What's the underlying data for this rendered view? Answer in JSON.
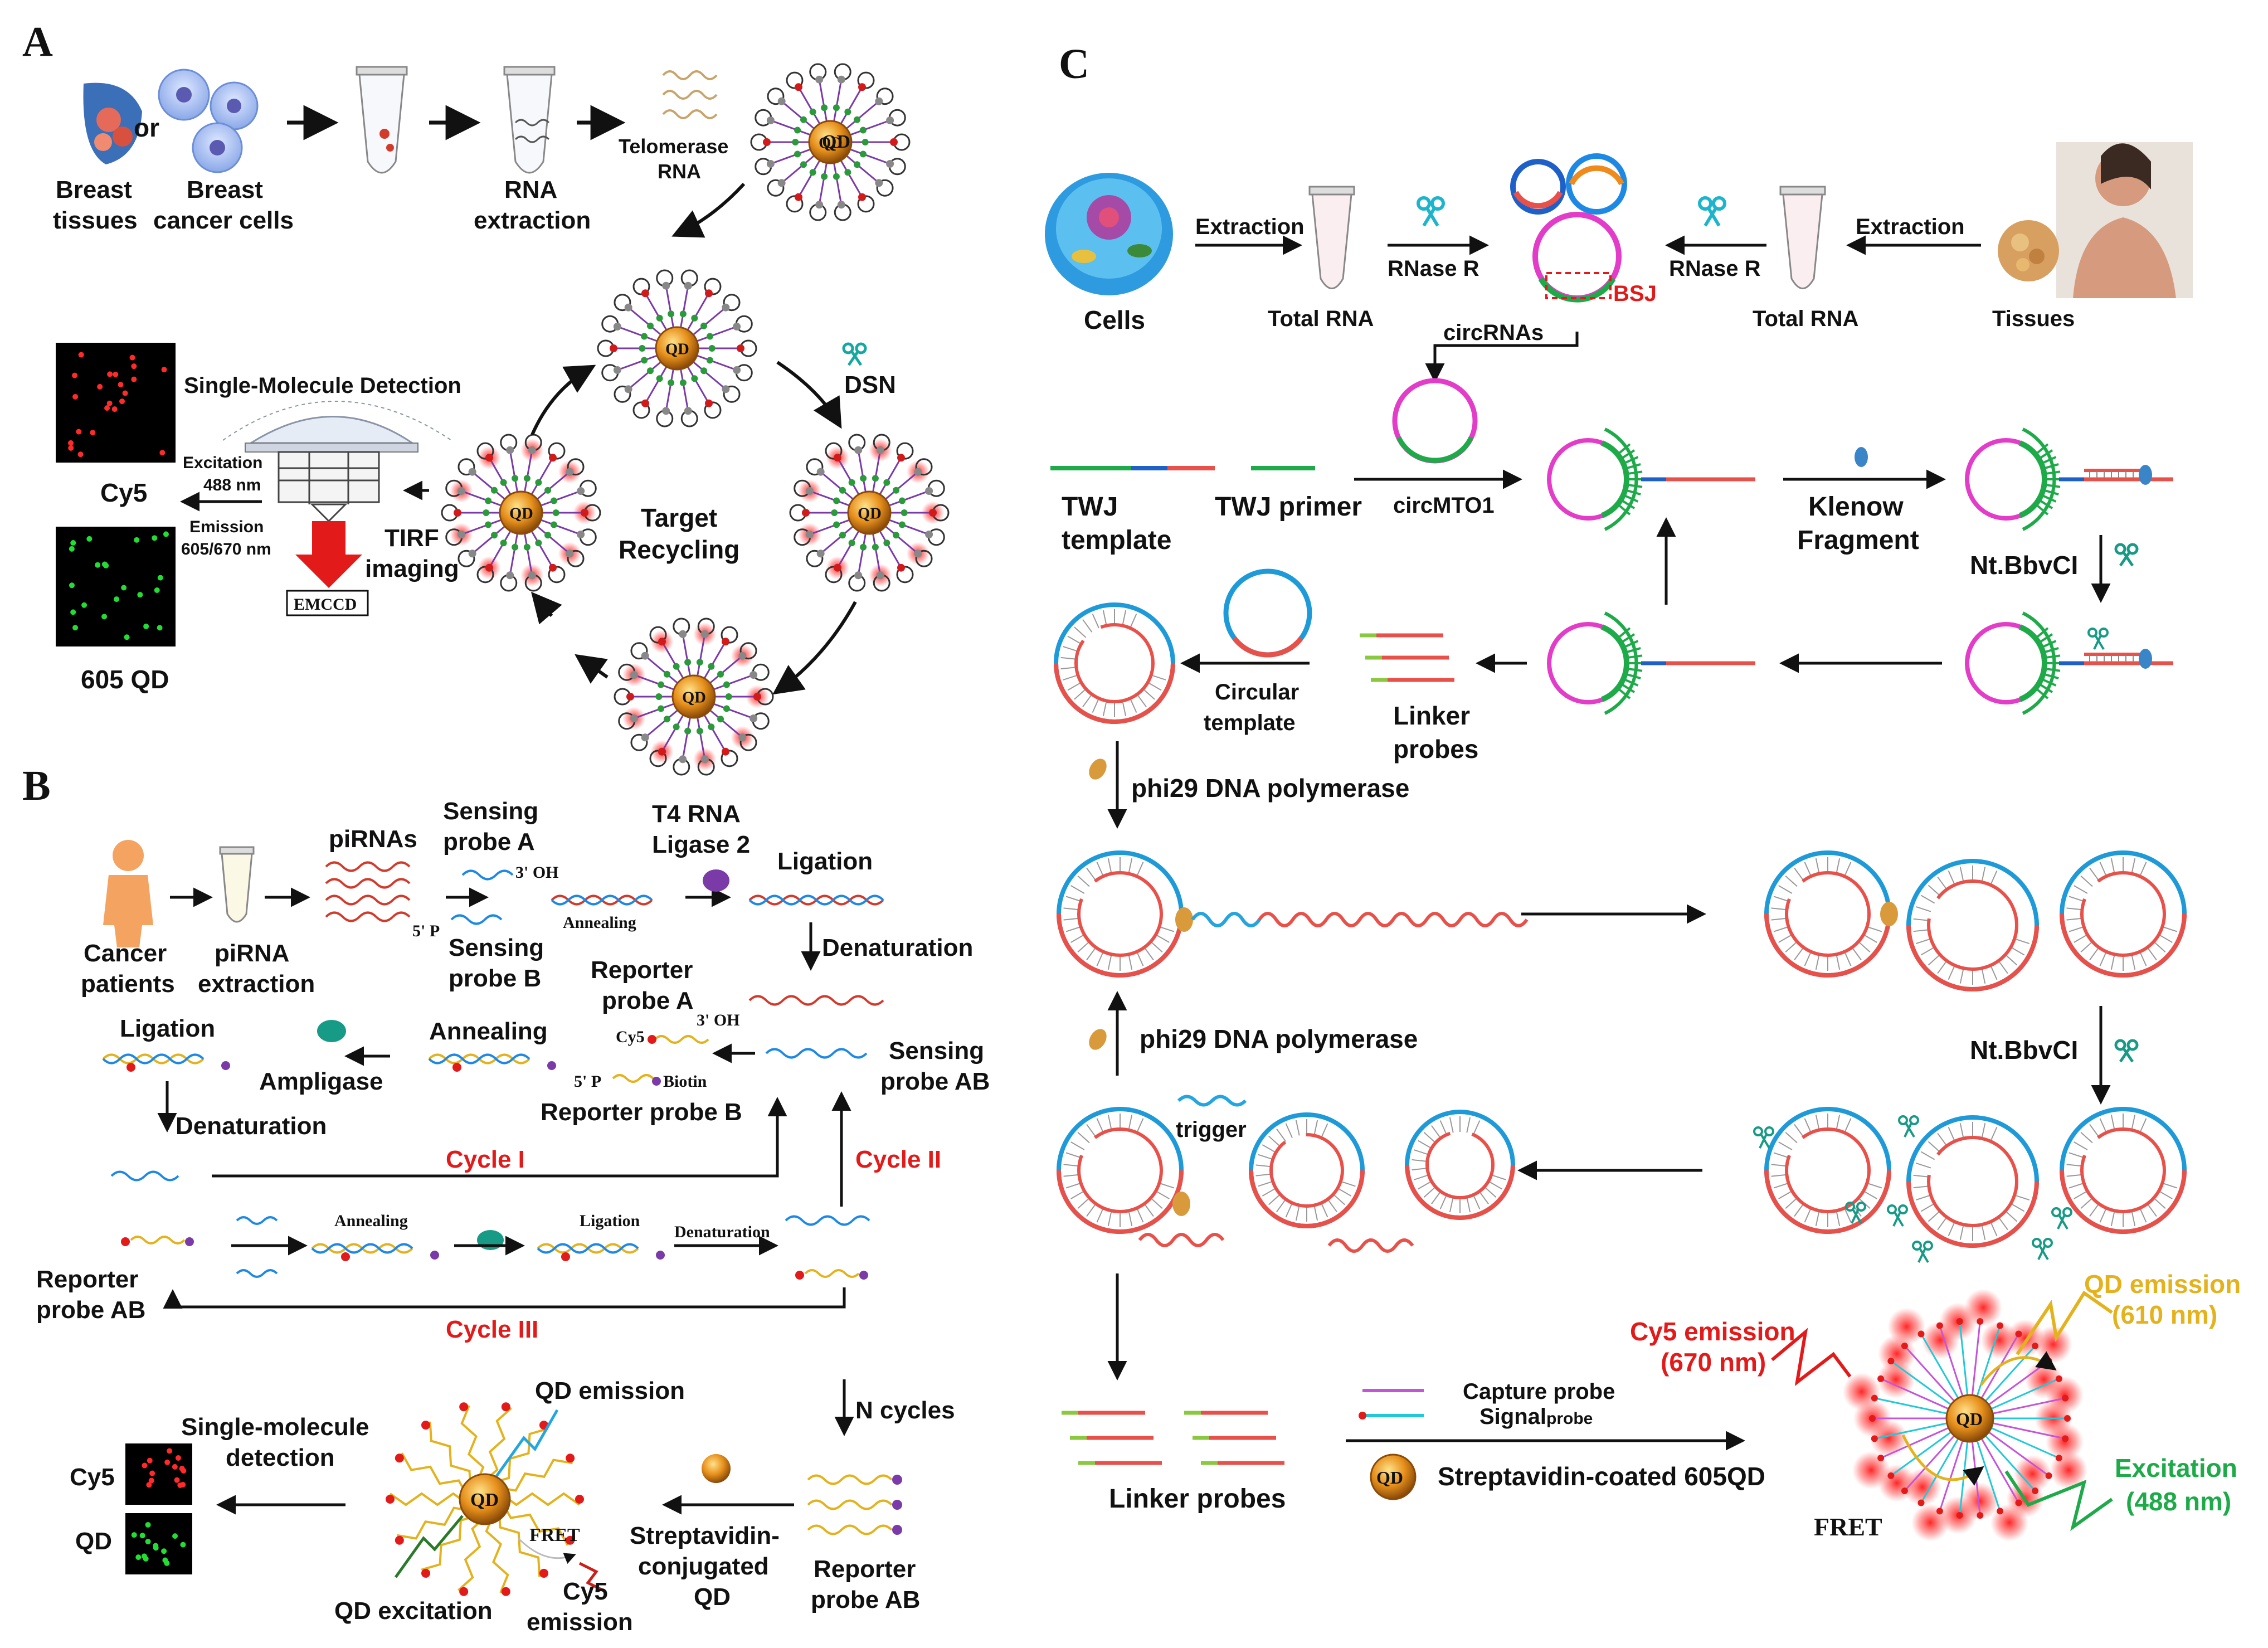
{
  "panels": {
    "A": {
      "letter": "A",
      "breast_tissues": [
        "Breast",
        "tissues"
      ],
      "or": "or",
      "breast_cells": [
        "Breast",
        "cancer cells"
      ],
      "rna_extraction": [
        "RNA",
        "extraction"
      ],
      "telomerase": [
        "Telomerase",
        "RNA"
      ],
      "qd": "QD",
      "dsn": "DSN",
      "target_recycling": [
        "Target",
        "Recycling"
      ],
      "tirf": [
        "TIRF",
        "imaging"
      ],
      "smd": "Single-Molecule Detection",
      "excitation": [
        "Excitation",
        "488 nm"
      ],
      "emission": [
        "Emission",
        "605/670 nm"
      ],
      "cy5": "Cy5",
      "qd605": "605 QD",
      "emccd": "EMCCD"
    },
    "B": {
      "letter": "B",
      "cancer_patients": [
        "Cancer",
        "patients"
      ],
      "pirna_extraction": [
        "piRNA",
        "extraction"
      ],
      "pirnas": "piRNAs",
      "sensing_a": [
        "Sensing",
        "probe A"
      ],
      "oh3": "3' OH",
      "p5": "5' P",
      "sensing_b": [
        "Sensing",
        "probe B"
      ],
      "annealing_small": "Annealing",
      "t4": [
        "T4 RNA",
        "Ligase 2"
      ],
      "ligation": "Ligation",
      "denaturation": "Denaturation",
      "reporter_a": [
        "Reporter",
        "probe A"
      ],
      "cy5_small": "Cy5",
      "biotin": "Biotin",
      "reporter_b": "Reporter probe B",
      "annealing": "Annealing",
      "ampligase": "Ampligase",
      "sensing_ab": [
        "Sensing",
        "probe AB"
      ],
      "cycle1": "Cycle I",
      "cycle2": "Cycle II",
      "cycle3": "Cycle III",
      "ligation_small": "Ligation",
      "denaturation_small": "Denaturation",
      "reporter_ab": [
        "Reporter",
        "probe AB"
      ],
      "n_cycles": "N cycles",
      "qd_emission": "QD emission",
      "smd": [
        "Single-molecule",
        "detection"
      ],
      "cy5": "Cy5",
      "qd": "QD",
      "fret": "FRET",
      "qd_excitation": "QD excitation",
      "cy5_emission": [
        "Cy5",
        "emission"
      ],
      "strep": [
        "Streptavidin-",
        "conjugated",
        "QD"
      ],
      "reporter_ab2": [
        "Reporter",
        "probe AB"
      ]
    },
    "C": {
      "letter": "C",
      "cells": "Cells",
      "extraction": "Extraction",
      "total_rna": "Total RNA",
      "rnase": "RNase R",
      "bsj": "BSJ",
      "tissues": "Tissues",
      "circrnas": "circRNAs",
      "twj_template": [
        "TWJ",
        "template"
      ],
      "twj_primer": "TWJ primer",
      "circmto1": "circMTO1",
      "klenow": [
        "Klenow",
        "Fragment"
      ],
      "nbbvci": "Nt.BbvCI",
      "circular_template": [
        "Circular",
        "template"
      ],
      "linker_probes": [
        "Linker",
        "probes"
      ],
      "phi29": "phi29 DNA polymerase",
      "trigger": "trigger",
      "linker_probes2": "Linker probes",
      "capture": "Capture probe",
      "signal": "Signal",
      "signal_probe": "probe",
      "strep": "Streptavidin-coated 605QD",
      "cy5_emission": [
        "Cy5 emission",
        "(670 nm)"
      ],
      "qd_emission": [
        "QD emission",
        "(610 nm)"
      ],
      "excitation": [
        "Excitation",
        "(488 nm)"
      ],
      "fret": "FRET",
      "qd": "QD"
    }
  },
  "colors": {
    "red_strand": "#e8504a",
    "blue_strand": "#1e88e5",
    "cyan_strand": "#23a6e0",
    "green_strand": "#1faa4a",
    "magenta": "#e23cc8",
    "gold": "#e3b21c",
    "qd_orange": "#e08a1a",
    "label_red": "#e21a1a"
  }
}
